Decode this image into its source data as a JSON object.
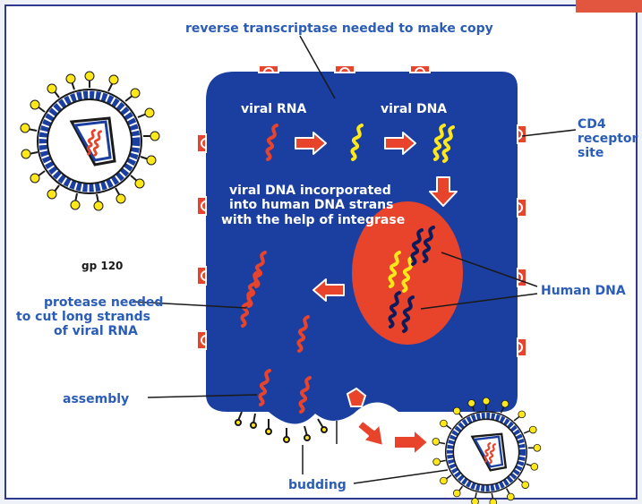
{
  "labels": {
    "top_annotation": "reverse transcriptase needed to make copy",
    "viral_rna": "viral RNA",
    "viral_dna": "viral DNA",
    "cd4_line1": "CD4",
    "cd4_line2": "receptor",
    "cd4_line3": "site",
    "integrase_line1": "viral DNA incorporated",
    "integrase_line2": "into human DNA strans",
    "integrase_line3": "with the help of integrase",
    "gp120": "gp 120",
    "protease_line1": "protease needed",
    "protease_line2": "to cut long strands",
    "protease_line3": "of viral RNA",
    "human_dna": "Human DNA",
    "assembly": "assembly",
    "budding": "budding"
  },
  "colors": {
    "cell": "#1a3fa0",
    "nucleus": "#e8442c",
    "label_blue": "#2a5cb8",
    "label_white": "#ffffff",
    "rna_red": "#e8442c",
    "dna_yellow": "#ffe81a",
    "human_dna_dark": "#0d1a5c",
    "arrow_red": "#e8442c",
    "spike_yellow": "#ffe81a",
    "frame": "#2f3a8f"
  },
  "icons": [
    "cd4-receptor-icon",
    "hiv-virion-icon",
    "rna-strand-icon",
    "dna-strand-icon",
    "arrow-icon"
  ]
}
